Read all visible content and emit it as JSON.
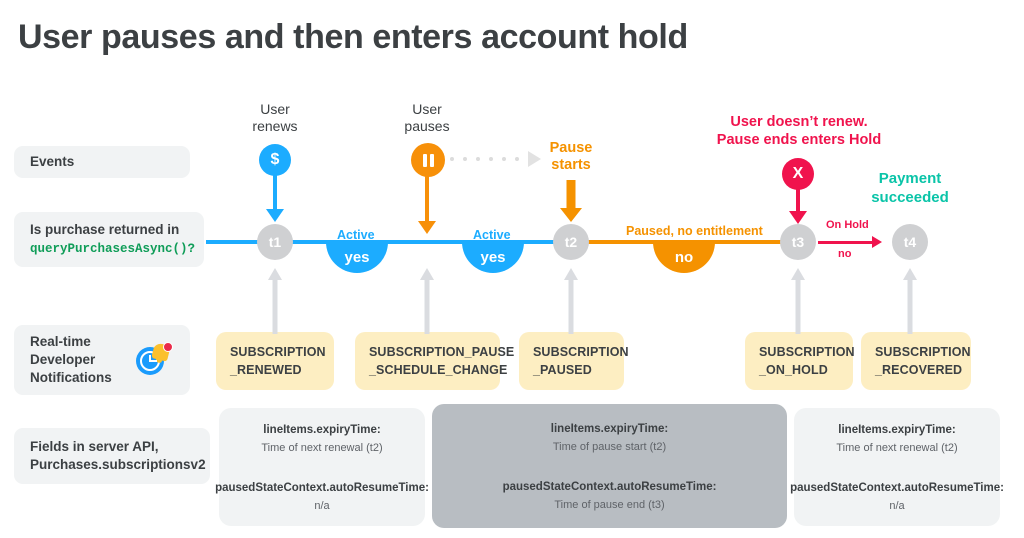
{
  "page": {
    "title": "User pauses and then enters account hold"
  },
  "rows": {
    "events_label": "Events",
    "purchase_label_line1": "Is purchase returned in",
    "purchase_label_code": "queryPurchasesAsync()?",
    "rtdn_label": "Real-time\nDeveloper\nNotifications",
    "rtdn_icon": "clock-bell-notification-icon",
    "fields_label": "Fields in server API,\nPurchases.subscriptionsv2"
  },
  "timeline": {
    "nodes": [
      {
        "id": "t1",
        "label": "t1"
      },
      {
        "id": "t2",
        "label": "t2"
      },
      {
        "id": "t3",
        "label": "t3"
      },
      {
        "id": "t4",
        "label": "t4"
      }
    ],
    "segments": [
      {
        "name": "active-blue-1",
        "color": "#1cacff"
      },
      {
        "name": "paused-orange",
        "color": "#f59200"
      },
      {
        "name": "onhold-pink",
        "color": "#f0134d"
      }
    ],
    "state_badges": [
      {
        "caption": "Active",
        "value": "yes",
        "color": "#1cacff"
      },
      {
        "caption": "Active",
        "value": "yes",
        "color": "#1cacff"
      },
      {
        "caption": "Paused, no entitlement",
        "value": "no",
        "color": "#f59200"
      }
    ],
    "on_hold": {
      "caption": "On Hold",
      "value": "no",
      "color": "#f0134d"
    }
  },
  "events": [
    {
      "caption": "User\nrenews",
      "icon": "dollar-icon",
      "glyph": "$",
      "color": "#1cacff"
    },
    {
      "caption": "User\npauses",
      "icon": "pause-icon",
      "glyph": "",
      "color": "#f79009"
    },
    {
      "caption": "Pause\nstarts",
      "icon": "pause-start-arrow",
      "glyph": "",
      "color": "#f59200"
    },
    {
      "caption": "User doesn’t renew.\nPause ends enters Hold",
      "icon": "x-icon",
      "glyph": "X",
      "color": "#f0134d"
    },
    {
      "caption": "Payment\nsucceeded",
      "icon": "payment-success-label",
      "glyph": "",
      "color": "#0ac4a8"
    }
  ],
  "notifications": [
    {
      "name": "subscription-renewed",
      "text": "SUBSCRIPTION\n_RENEWED"
    },
    {
      "name": "subscription-pause-schedule-change",
      "text": "SUBSCRIPTION_PAUSE\n_SCHEDULE_CHANGE"
    },
    {
      "name": "subscription-paused",
      "text": "SUBSCRIPTION\n_PAUSED"
    },
    {
      "name": "subscription-on-hold",
      "text": "SUBSCRIPTION\n_ON_HOLD"
    },
    {
      "name": "subscription-recovered",
      "text": "SUBSCRIPTION\n_RECOVERED"
    }
  ],
  "fields": [
    {
      "name": "fields-after-renewal",
      "style": "light",
      "expiry_key": "lineItems.expiryTime:",
      "expiry_value": "Time of next renewal (t2)",
      "resume_key": "pausedStateContext.autoResumeTime:",
      "resume_value": "n/a"
    },
    {
      "name": "fields-during-pause",
      "style": "dark",
      "expiry_key": "lineItems.expiryTime:",
      "expiry_value": "Time of pause start (t2)",
      "resume_key": "pausedStateContext.autoResumeTime:",
      "resume_value": "Time of pause end (t3)"
    },
    {
      "name": "fields-after-recovery",
      "style": "light",
      "expiry_key": "lineItems.expiryTime:",
      "expiry_value": "Time of next renewal (t2)",
      "resume_key": "pausedStateContext.autoResumeTime:",
      "resume_value": "n/a"
    }
  ]
}
